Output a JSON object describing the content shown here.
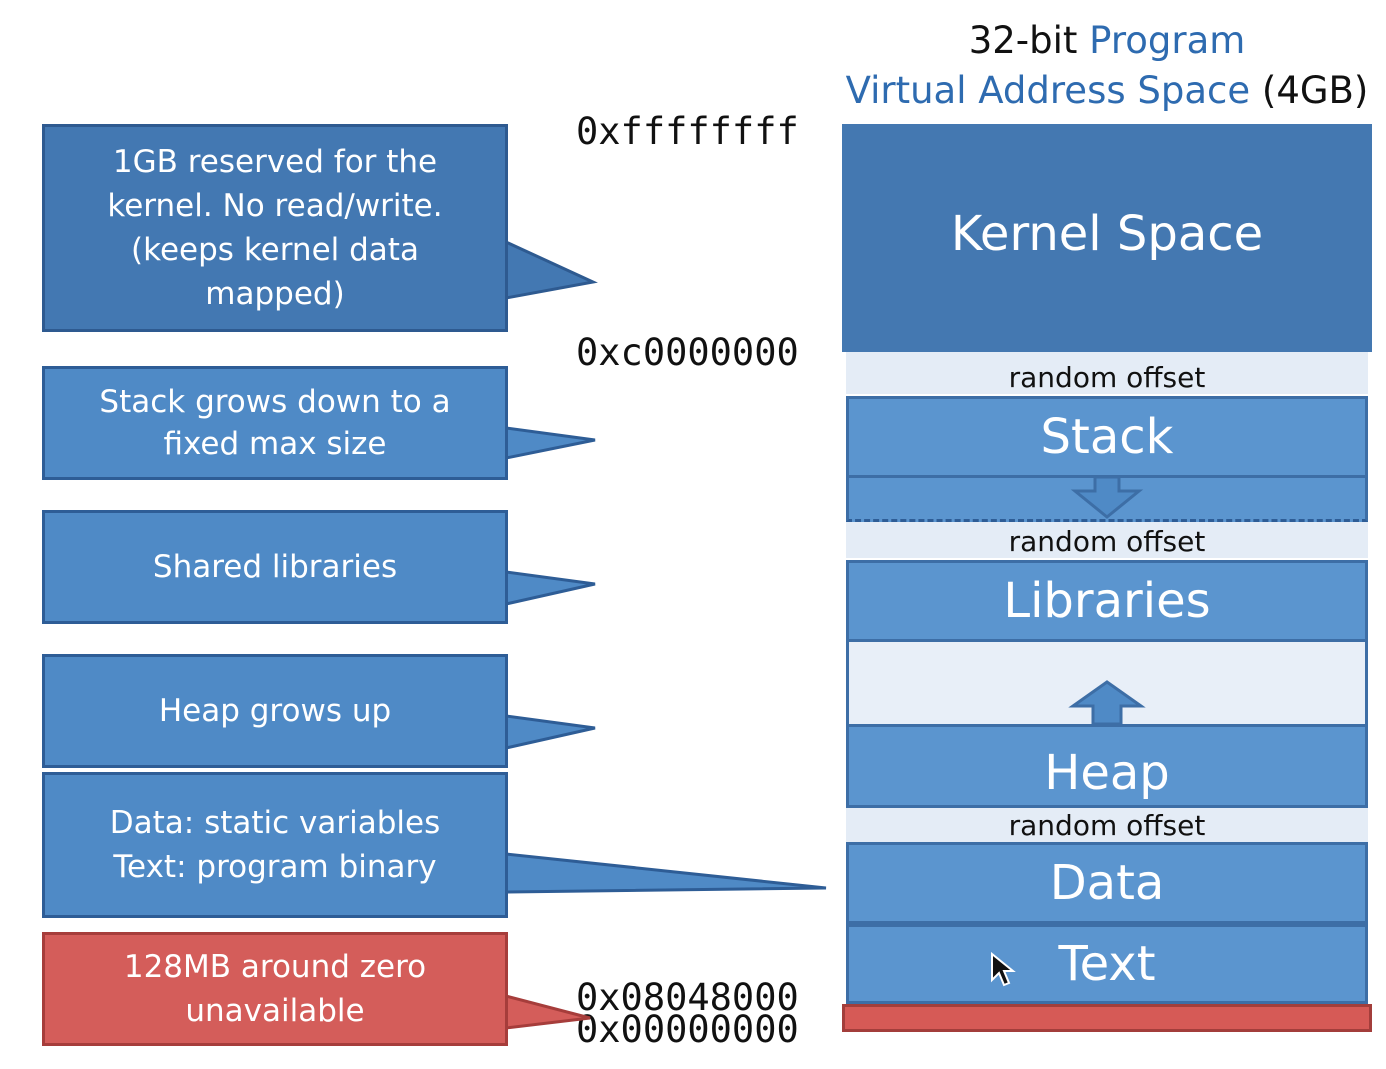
{
  "title": {
    "line1_prefix": "32-bit",
    "line1_blue": "Program",
    "line2_blue": "Virtual Address Space",
    "line2_suffix": "(4GB)"
  },
  "addresses": {
    "top": "0xffffffff",
    "kernel_start": "0xc0000000",
    "text_start": "0x08048000",
    "zero": "0x00000000"
  },
  "callouts": {
    "kernel": [
      "1GB reserved for the",
      "kernel. No read/write.",
      "(keeps kernel data",
      "mapped)"
    ],
    "stack": [
      "Stack grows down to a",
      "fixed max size"
    ],
    "libraries": [
      "Shared libraries"
    ],
    "heap": [
      "Heap grows up"
    ],
    "data_text": [
      "Data: static variables",
      "Text: program binary"
    ],
    "zero": [
      "128MB around zero",
      "unavailable"
    ]
  },
  "segments": {
    "kernel": "Kernel Space",
    "offset": "random offset",
    "stack": "Stack",
    "libraries": "Libraries",
    "heap": "Heap",
    "data": "Data",
    "text": "Text"
  },
  "colors": {
    "callout_blue": "#4f8ac6",
    "callout_red": "#d45d5a",
    "segment_blue": "#5b95cf",
    "kernel_blue": "#4478b1",
    "offset_fill": "#e4ecf6"
  }
}
